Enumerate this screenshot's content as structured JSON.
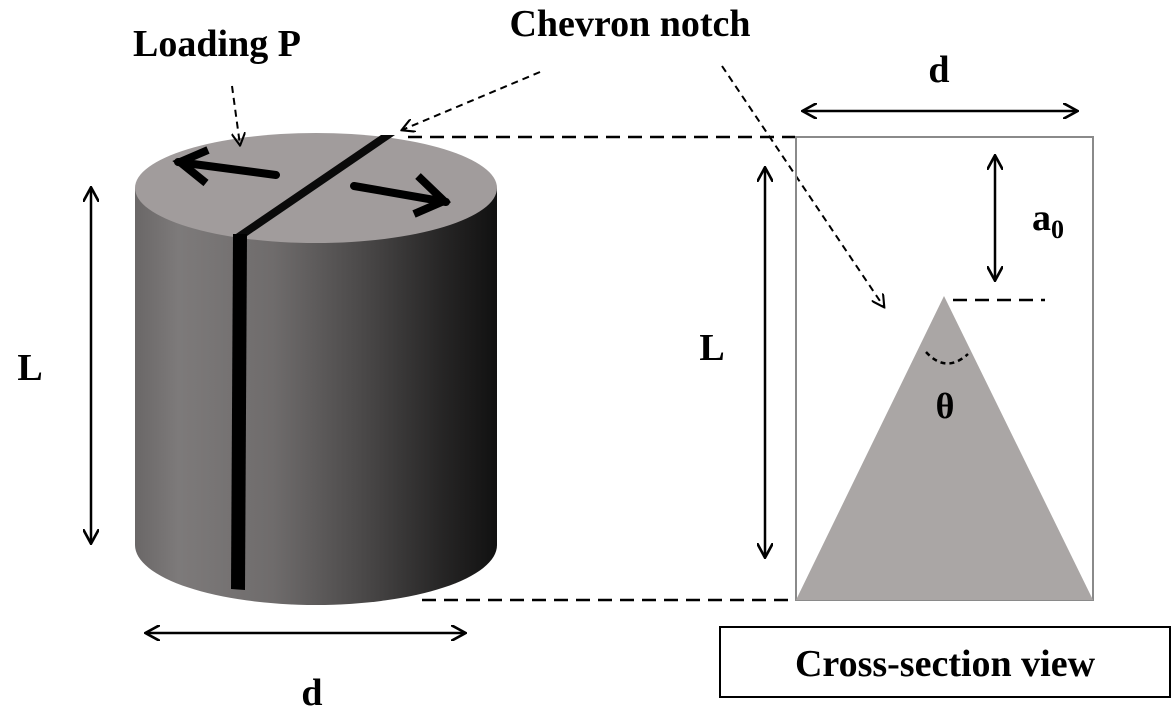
{
  "labels": {
    "loading": "Loading P",
    "notch": "Chevron notch",
    "length_left": "L",
    "diameter_bottom": "d",
    "diameter_top": "d",
    "length_right": "L",
    "notch_depth_base": "a",
    "notch_depth_sub": "0",
    "angle": "θ",
    "caption": "Cross-section view"
  },
  "colors": {
    "ink": "#000000",
    "chevron_fill": "#aaa6a5",
    "cylinder_top": "#a19c9c",
    "cylinder_side_light": "#7b7878",
    "cylinder_side_dark": "#161616",
    "frame": "#8a8a8a"
  }
}
